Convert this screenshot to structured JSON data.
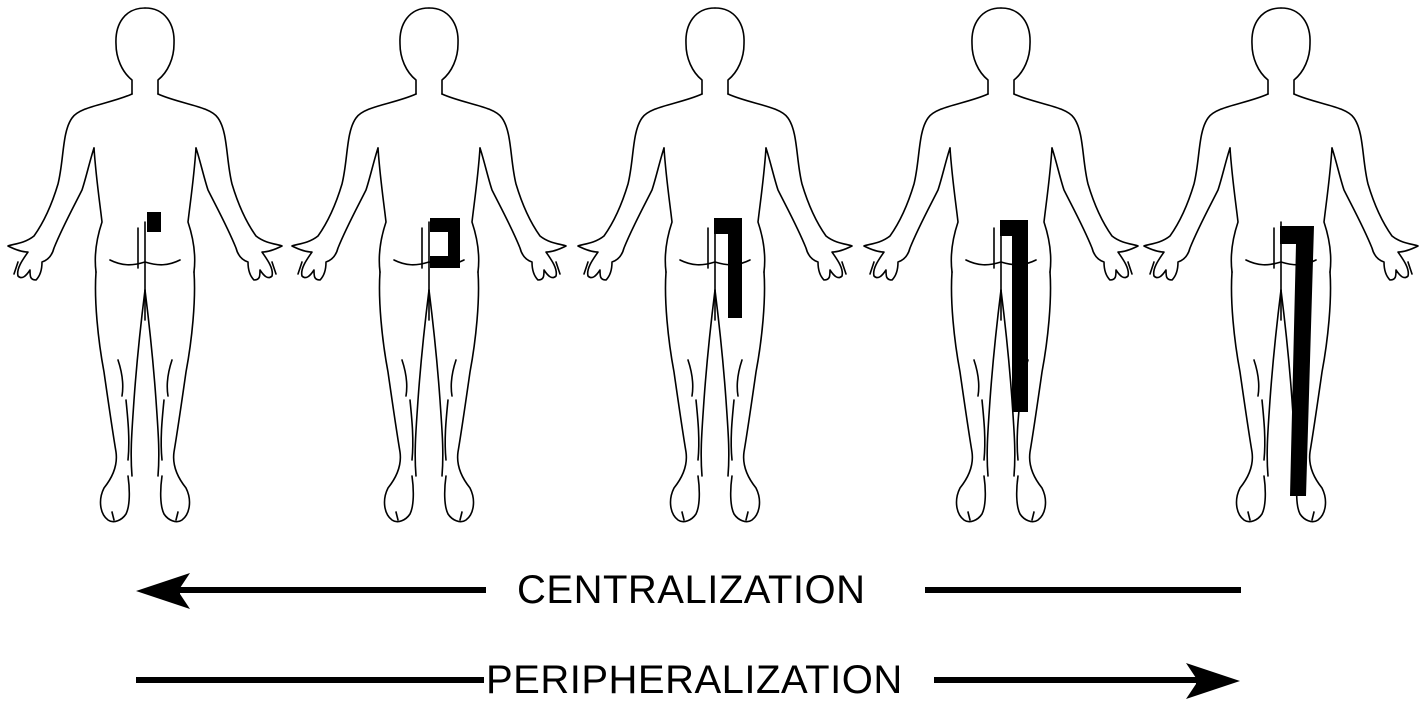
{
  "figures": [
    {
      "stage": 1
    },
    {
      "stage": 2
    },
    {
      "stage": 3
    },
    {
      "stage": 4
    },
    {
      "stage": 5
    }
  ],
  "arrows": {
    "centralization": {
      "label": "CENTRALIZATION",
      "direction": "left"
    },
    "peripheralization": {
      "label": "PERIPHERALIZATION",
      "direction": "right"
    }
  },
  "colors": {
    "ink": "#000000",
    "background": "#ffffff"
  }
}
